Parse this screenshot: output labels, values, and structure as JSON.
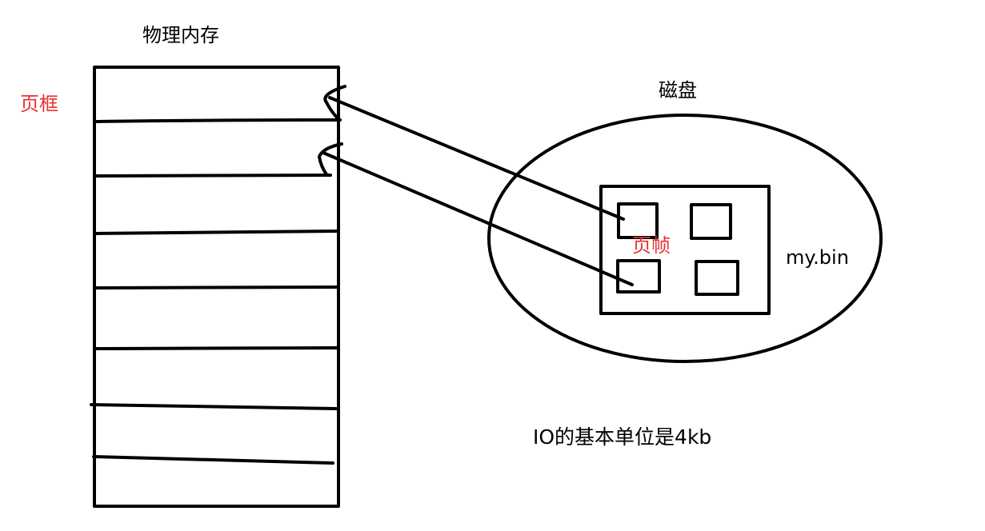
{
  "labels": {
    "memory_title": "物理内存",
    "page_frame": "页框",
    "disk_title": "磁盘",
    "page": "页帧",
    "file_name": "my.bin",
    "io_note": "IO的基本单位是4kb"
  },
  "colors": {
    "ink": "#000000",
    "highlight": "#e8312f",
    "background": "#ffffff"
  }
}
